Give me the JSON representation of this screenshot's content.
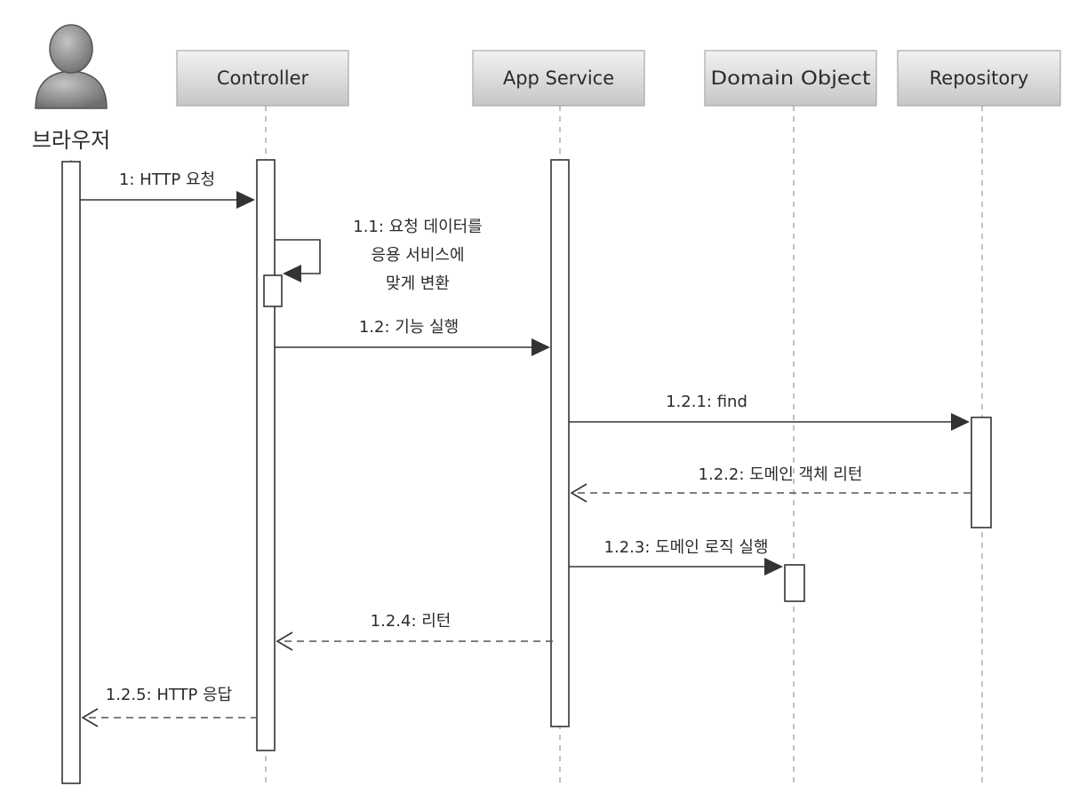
{
  "actor": {
    "label": "브라우저",
    "icon": "user-icon"
  },
  "participants": [
    {
      "id": "controller",
      "label": "Controller"
    },
    {
      "id": "app-service",
      "label": "App Service"
    },
    {
      "id": "domain-object",
      "label": "Domain Object"
    },
    {
      "id": "repository",
      "label": "Repository"
    }
  ],
  "messages": [
    {
      "id": "m1",
      "lines": [
        "1: HTTP 요청"
      ],
      "kind": "sync"
    },
    {
      "id": "m1-1",
      "lines": [
        "1.1: 요청 데이터를",
        "응용 서비스에",
        "맞게 변환"
      ],
      "kind": "self"
    },
    {
      "id": "m1-2",
      "lines": [
        "1.2: 기능 실행"
      ],
      "kind": "sync"
    },
    {
      "id": "m1-2-1",
      "lines": [
        "1.2.1: find"
      ],
      "kind": "sync"
    },
    {
      "id": "m1-2-2",
      "lines": [
        "1.2.2: 도메인 객체 리턴"
      ],
      "kind": "reply"
    },
    {
      "id": "m1-2-3",
      "lines": [
        "1.2.3: 도메인 로직 실행"
      ],
      "kind": "sync"
    },
    {
      "id": "m1-2-4",
      "lines": [
        "1.2.4: 리턴"
      ],
      "kind": "reply"
    },
    {
      "id": "m1-2-5",
      "lines": [
        "1.2.5: HTTP 응답"
      ],
      "kind": "reply"
    }
  ],
  "colors": {
    "box_fill_top": "#f2f2f2",
    "box_fill_bottom": "#c8c8c8",
    "box_border": "#a8a8a8",
    "actor_fill": "#8a8a8a",
    "line": "#333333"
  }
}
